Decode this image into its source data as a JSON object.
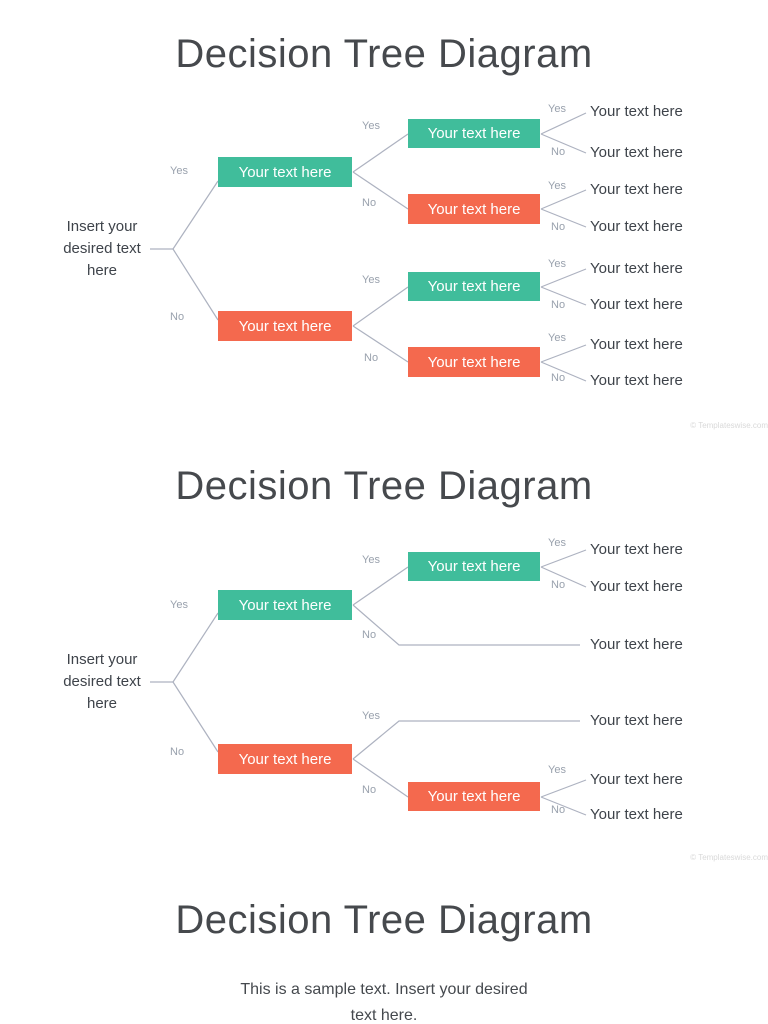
{
  "page": {
    "background": "#ffffff"
  },
  "colors": {
    "yes_box": "#40bd9b",
    "no_box": "#f4694e",
    "connector": "#adb2c0",
    "branch_label": "#99a1ad",
    "title_text": "#46494d",
    "body_text": "#3e434a",
    "box_text": "#ffffff",
    "watermark": "#d9d9d9"
  },
  "labels": {
    "yes": "Yes",
    "no": "No"
  },
  "slide1": {
    "title": "Decision Tree Diagram",
    "root_label": "Insert your\ndesired text\nhere",
    "level1_boxes": [
      {
        "branch": "Yes",
        "color": "green",
        "text": "Your text here"
      },
      {
        "branch": "No",
        "color": "red",
        "text": "Your text here"
      }
    ],
    "level2_boxes": [
      {
        "branch": "Yes",
        "color": "green",
        "text": "Your text here"
      },
      {
        "branch": "No",
        "color": "red",
        "text": "Your text here"
      },
      {
        "branch": "Yes",
        "color": "green",
        "text": "Your text here"
      },
      {
        "branch": "No",
        "color": "red",
        "text": "Your text here"
      }
    ],
    "leaf_texts": [
      "Your text here",
      "Your text here",
      "Your text here",
      "Your text here",
      "Your text here",
      "Your text here",
      "Your text here",
      "Your text here"
    ],
    "watermark": "© Templateswise.com"
  },
  "slide2": {
    "title": "Decision Tree Diagram",
    "root_label": "Insert your\ndesired text\nhere",
    "level1_boxes": [
      {
        "branch": "Yes",
        "color": "green",
        "text": "Your text here"
      },
      {
        "branch": "No",
        "color": "red",
        "text": "Your text here"
      }
    ],
    "level2_boxes": [
      {
        "branch": "Yes",
        "color": "green",
        "text": "Your text here"
      },
      {
        "branch": "No",
        "color": "red",
        "text": "Your text here"
      }
    ],
    "leaf_texts": [
      "Your text here",
      "Your text here",
      "Your text here",
      "Your text here",
      "Your text here",
      "Your text here"
    ],
    "watermark": "© Templateswise.com"
  },
  "slide3": {
    "title": "Decision Tree Diagram",
    "subtitle": "This is a sample text. Insert your desired\ntext here."
  }
}
